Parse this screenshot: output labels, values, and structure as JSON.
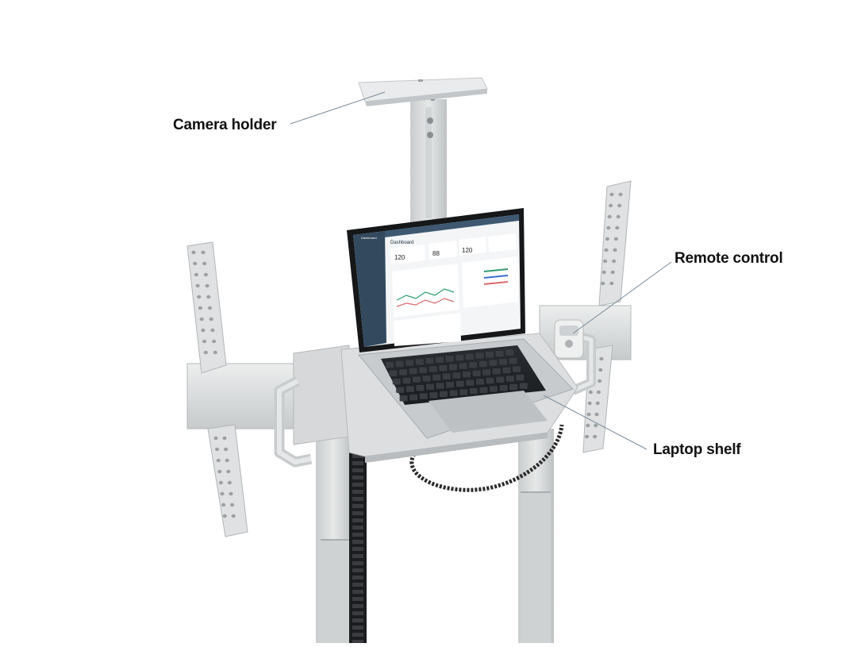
{
  "callouts": {
    "camera_holder": "Camera holder",
    "remote_control": "Remote control",
    "laptop_shelf": "Laptop shelf"
  },
  "laptop_screen": {
    "sidebar_title": "Dashboard",
    "page_title": "Dashboard",
    "stat_values": [
      "120",
      "88",
      "120"
    ]
  },
  "colors": {
    "metal": "#d9dbdc",
    "metal_shadow": "#b9bcbe",
    "cable": "#1a1a1a",
    "screen_sidebar": "#33495e",
    "leader_line": "#7a8a99"
  }
}
